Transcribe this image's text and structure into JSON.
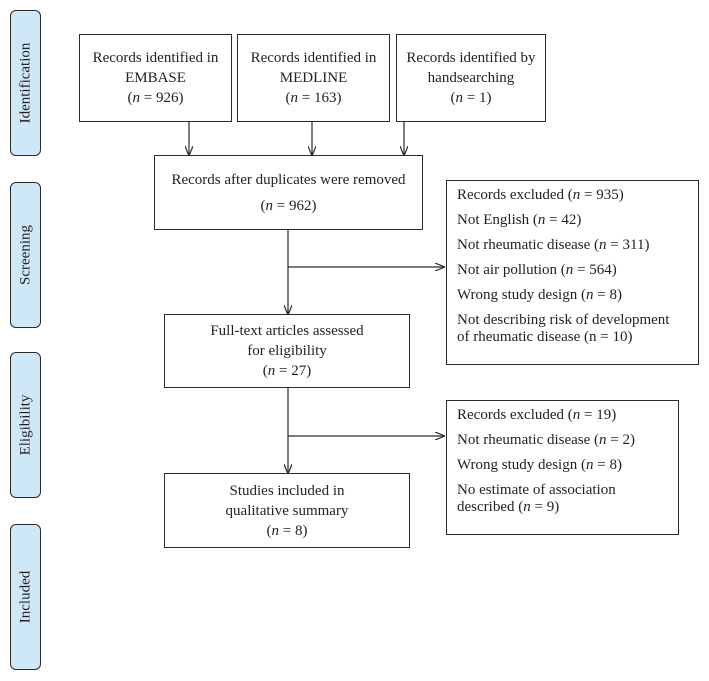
{
  "stages": [
    "Identification",
    "Screening",
    "Eligibility",
    "Included"
  ],
  "sources": [
    {
      "line1": "Records identified in",
      "line2": "EMBASE",
      "n": "926"
    },
    {
      "line1": "Records identified in",
      "line2": "MEDLINE",
      "n": "163"
    },
    {
      "line1": "Records identified by",
      "line2": "handsearching",
      "n": "1"
    }
  ],
  "dedup": {
    "label": "Records after duplicates were removed",
    "n": "962"
  },
  "fulltext": {
    "line1": "Full-text articles assessed",
    "line2": "for eligibility",
    "n": "27"
  },
  "included": {
    "line1": "Studies included in",
    "line2": "qualitative summary",
    "n": "8"
  },
  "excluded_screening": {
    "title": "Records excluded",
    "n": "935",
    "reasons": [
      {
        "label": "Not English",
        "n": "42"
      },
      {
        "label": "Not rheumatic disease",
        "n": "311"
      },
      {
        "label": "Not air pollution",
        "n": "564"
      },
      {
        "label": "Wrong study design",
        "n": "8"
      }
    ],
    "last_line1": "Not describing risk of development",
    "last_line2": "of rheumatic disease (n = 10)"
  },
  "excluded_eligibility": {
    "title": "Records excluded",
    "n": "19",
    "reasons": [
      {
        "label": "Not rheumatic disease",
        "n": "2"
      },
      {
        "label": "Wrong study design",
        "n": "8"
      }
    ],
    "last_line1": "No estimate of association",
    "last_line2": "described",
    "last_n": "9"
  },
  "n_symbol": "n",
  "colors": {
    "stage_fill": "#cfe8f7",
    "stroke": "#2b2b2b"
  }
}
